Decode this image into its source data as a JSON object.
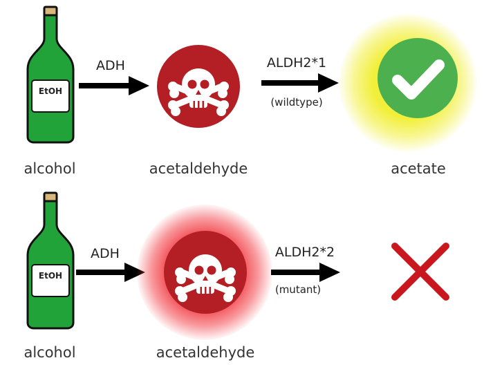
{
  "colors": {
    "bottle_green": "#21a33a",
    "bottle_outline": "#111111",
    "bottle_cap": "#d9b77a",
    "toxic_red": "#b31f24",
    "ok_green": "#4cb04f",
    "glow_yellow": "#f2ef3a",
    "glow_red": "#f2474e",
    "cross_red": "#c8181d",
    "arrow": "#000000"
  },
  "bottle_label": "EtOH",
  "top_row": {
    "substrate": "alcohol",
    "enzyme1": "ADH",
    "intermediate": "acetaldehyde",
    "enzyme2": "ALDH2*1",
    "enzyme2_variant": "(wildtype)",
    "product": "acetate",
    "product_icon": "check-icon"
  },
  "bottom_row": {
    "substrate": "alcohol",
    "enzyme1": "ADH",
    "intermediate": "acetaldehyde",
    "enzyme2": "ALDH2*2",
    "enzyme2_variant": "(mutant)",
    "product_icon": "cross-icon"
  }
}
